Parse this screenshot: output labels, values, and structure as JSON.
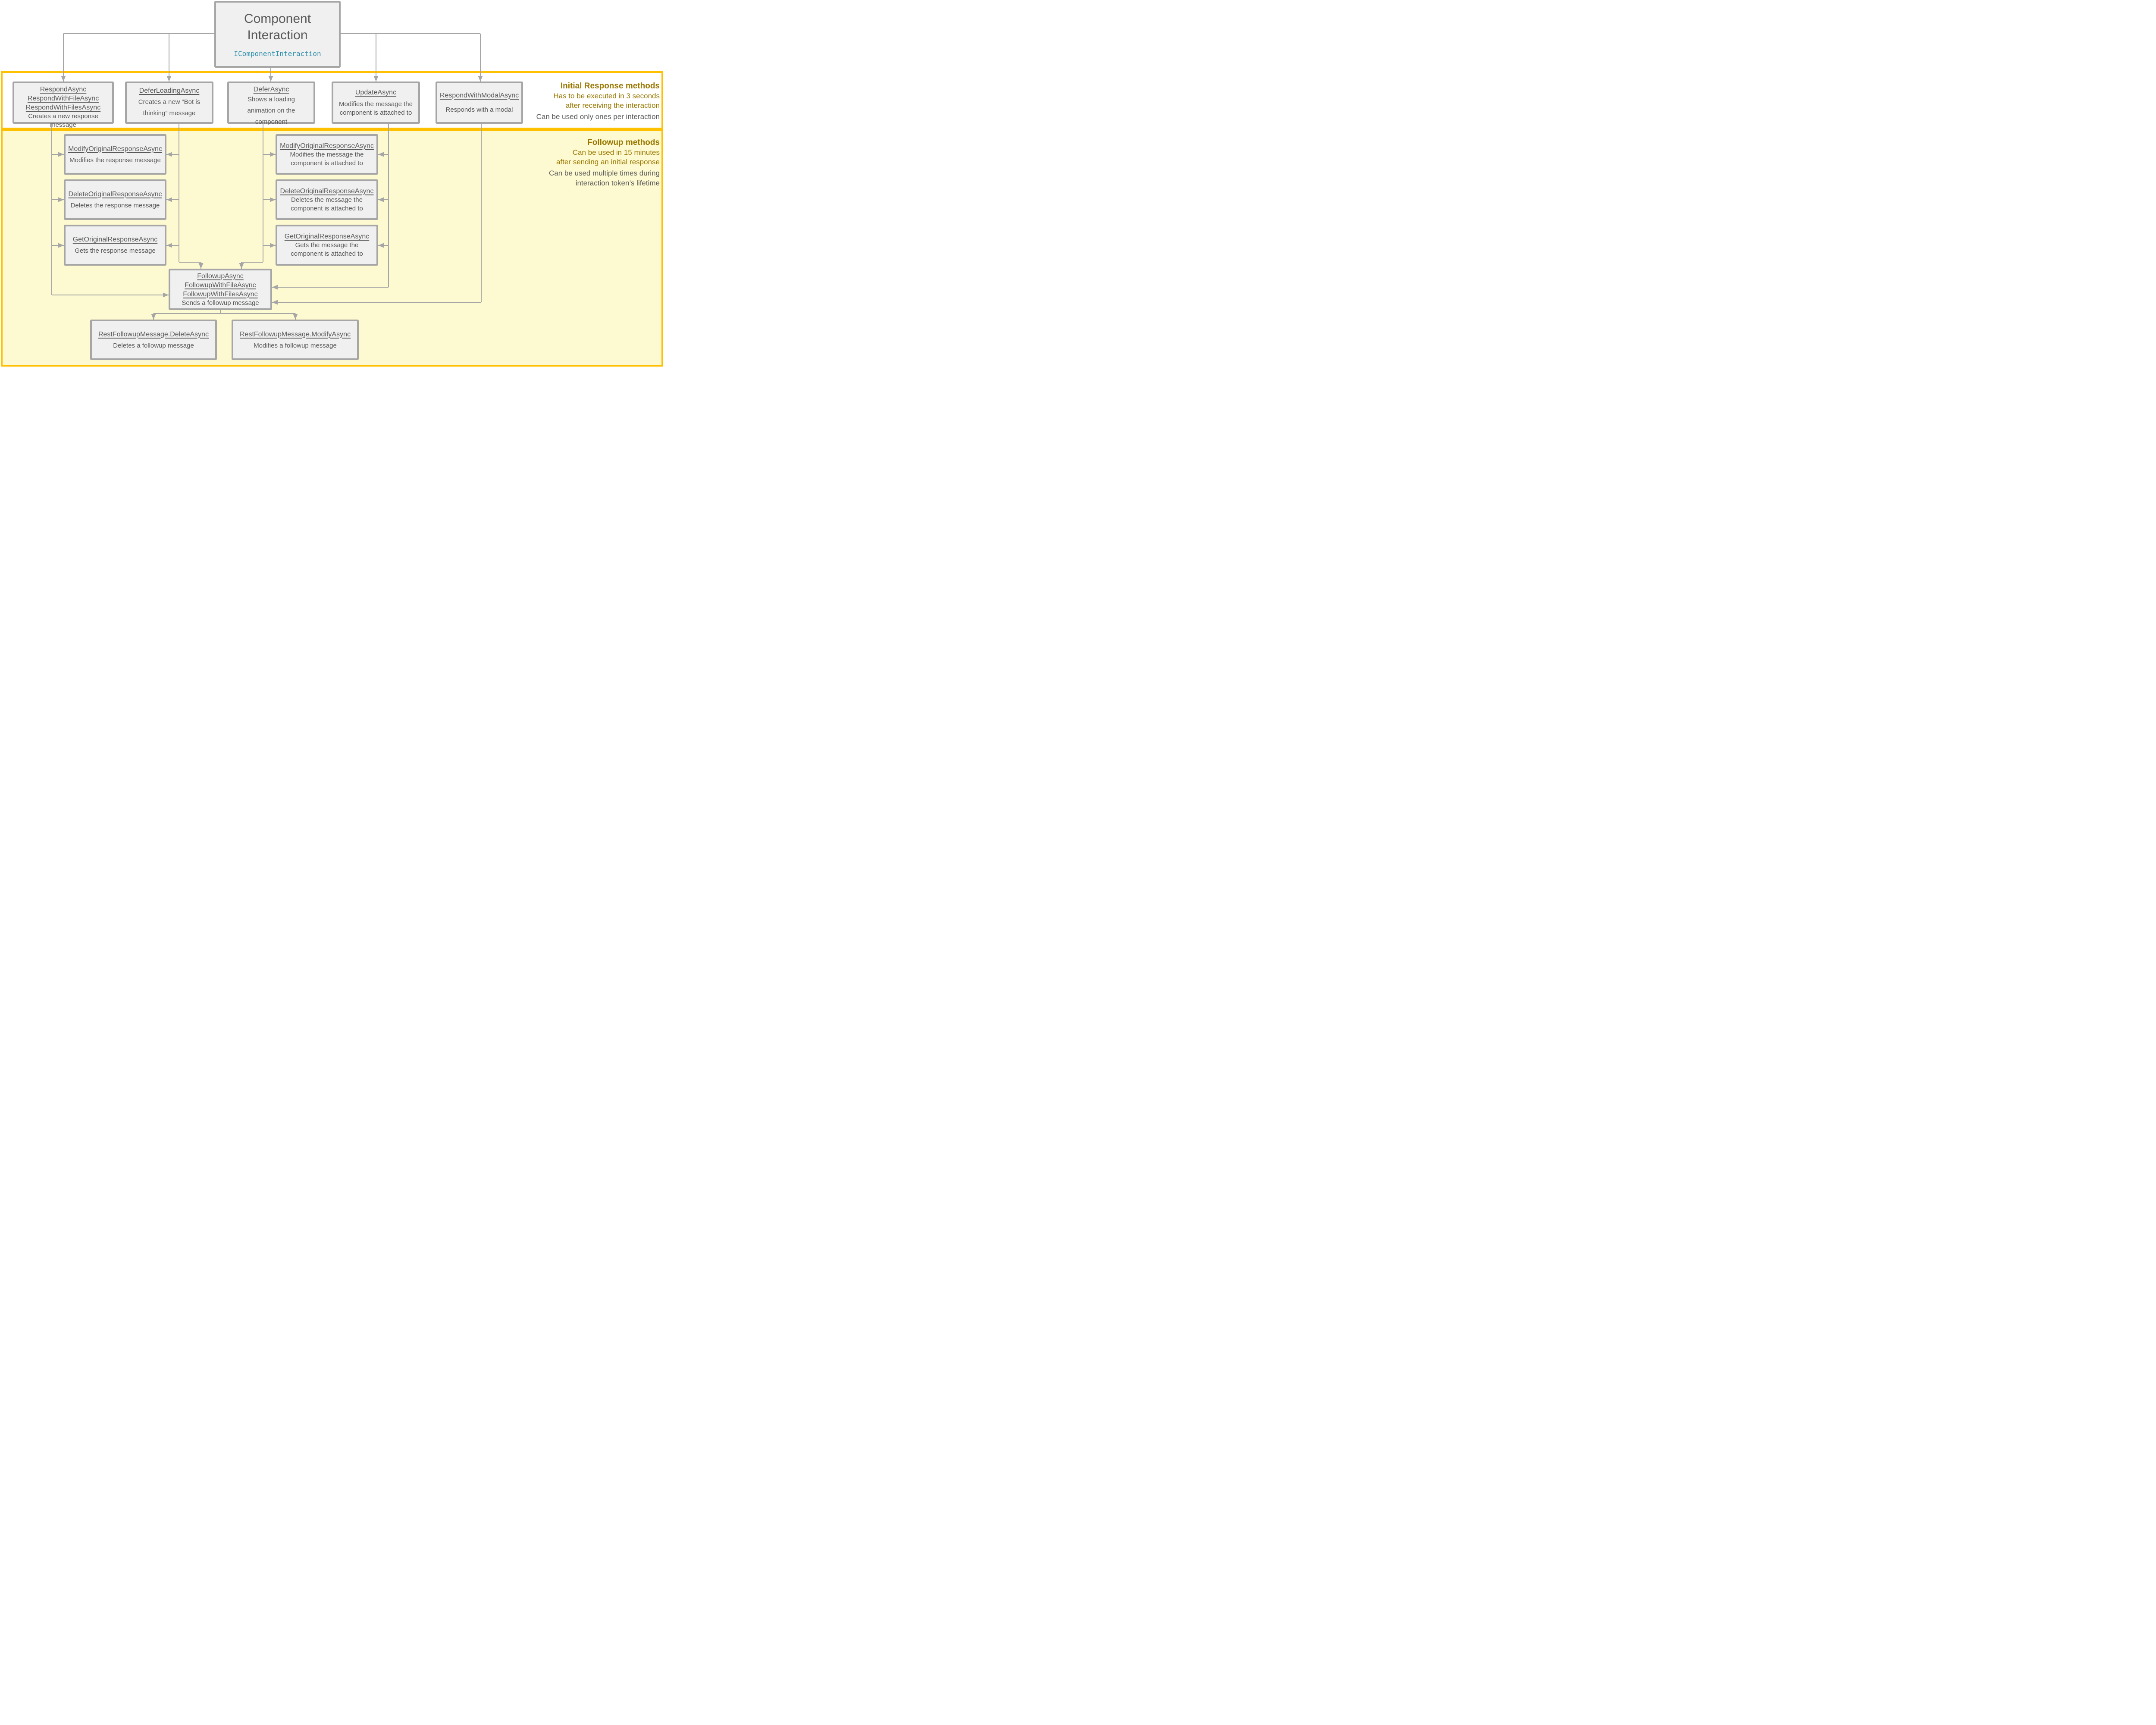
{
  "diagram": {
    "root": {
      "title": "Component Interaction",
      "interface": "IComponentInteraction"
    },
    "initial_band": {
      "heading": "Initial Response methods",
      "note1": "Has to be executed in 3 seconds",
      "note2": "after receiving the interaction",
      "note3": "Can be used only ones per interaction",
      "boxes": [
        {
          "methods": [
            "RespondAsync",
            "RespondWithFileAsync",
            "RespondWithFilesAsync"
          ],
          "desc": "Creates a new response message"
        },
        {
          "methods": [
            "DeferLoadingAsync"
          ],
          "desc": "Creates a new “Bot is thinking” message"
        },
        {
          "methods": [
            "DeferAsync"
          ],
          "desc": "Shows a loading animation on the component"
        },
        {
          "methods": [
            "UpdateAsync"
          ],
          "desc": "Modifies the message the component is attached to"
        },
        {
          "methods": [
            "RespondWithModalAsync"
          ],
          "desc": "Responds with a modal"
        }
      ]
    },
    "followup_band": {
      "heading": "Followup methods",
      "note1": "Can be used in 15 minutes",
      "note2": "after sending an initial response",
      "note3": "Can be used multiple times during",
      "note4": "interaction token’s lifetime",
      "left_column": [
        {
          "method": "ModifyOriginalResponseAsync",
          "desc": "Modifies the response message"
        },
        {
          "method": "DeleteOriginalResponseAsync",
          "desc": "Deletes the response message"
        },
        {
          "method": "GetOriginalResponseAsync",
          "desc": "Gets the response message"
        }
      ],
      "middle_column": [
        {
          "method": "ModifyOriginalResponseAsync",
          "desc": "Modifies the message the component is attached to"
        },
        {
          "method": "DeleteOriginalResponseAsync",
          "desc": "Deletes the message the component is attached to"
        },
        {
          "method": "GetOriginalResponseAsync",
          "desc": "Gets the message the component is attached to"
        }
      ],
      "followup_box": {
        "methods": [
          "FollowupAsync",
          "FollowupWithFileAsync",
          "FollowupWithFilesAsync"
        ],
        "desc": "Sends a followup message"
      },
      "bottom_boxes": [
        {
          "method": "RestFollowupMessage.DeleteAsync",
          "desc": "Deletes a followup message"
        },
        {
          "method": "RestFollowupMessage.ModifyAsync",
          "desc": "Modifies a followup message"
        }
      ]
    },
    "colors": {
      "accent_gold": "#FFC000",
      "band_fill": "#FDF9D0",
      "gold_text": "#997700",
      "interface_teal": "#2E8FAC",
      "node_border": "#A6A6A6",
      "text_gray": "#595959"
    }
  }
}
